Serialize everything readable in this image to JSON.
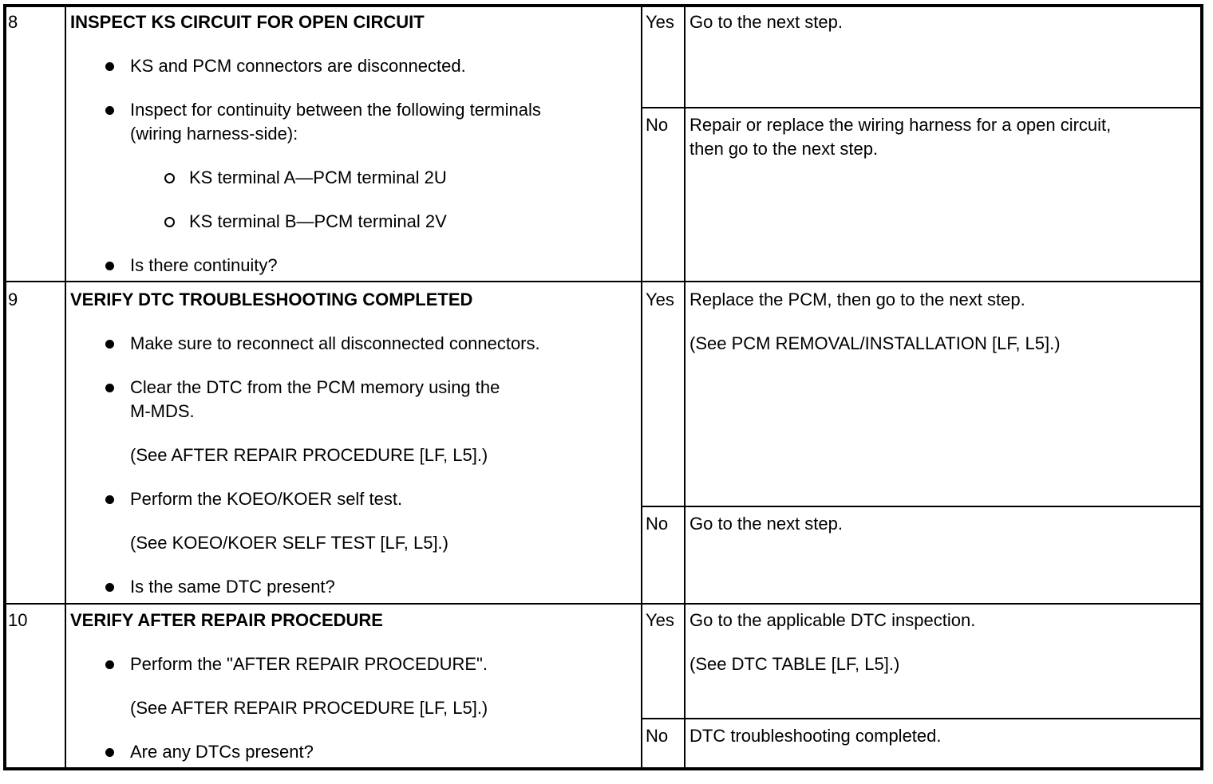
{
  "steps": [
    {
      "number": "8",
      "title": "INSPECT KS CIRCUIT FOR OPEN CIRCUIT",
      "b1": "KS and PCM connectors are disconnected.",
      "b2_l1": "Inspect for continuity between the following terminals",
      "b2_l2": "(wiring harness-side):",
      "s1": "KS terminal A—PCM terminal 2U",
      "s2": "KS terminal B—PCM terminal 2V",
      "b3": "Is there continuity?",
      "yes_label": "Yes",
      "yes_text": "Go to the next step.",
      "no_label": "No",
      "no_l1": "Repair or replace the wiring harness for a open circuit,",
      "no_l2": "then go to the next step."
    },
    {
      "number": "9",
      "title": "VERIFY DTC TROUBLESHOOTING COMPLETED",
      "b1": "Make sure to reconnect all disconnected connectors.",
      "b2_l1": "Clear the DTC from the PCM memory using the",
      "b2_l2": "M-MDS.",
      "n1": "(See AFTER REPAIR PROCEDURE [LF, L5].)",
      "b3": "Perform the KOEO/KOER self test.",
      "n2": "(See KOEO/KOER SELF TEST [LF, L5].)",
      "b4": "Is the same DTC present?",
      "yes_label": "Yes",
      "yes_l1": "Replace the PCM, then go to the next step.",
      "yes_l2": "(See PCM REMOVAL/INSTALLATION [LF, L5].)",
      "no_label": "No",
      "no_text": "Go to the next step."
    },
    {
      "number": "10",
      "title": "VERIFY AFTER REPAIR PROCEDURE",
      "b1": "Perform the \"AFTER REPAIR PROCEDURE\".",
      "n1": "(See AFTER REPAIR PROCEDURE [LF, L5].)",
      "b2": "Are any DTCs present?",
      "yes_label": "Yes",
      "yes_l1": "Go to the applicable DTC inspection.",
      "yes_l2": "(See DTC TABLE [LF, L5].)",
      "no_label": "No",
      "no_text": "DTC troubleshooting completed."
    }
  ]
}
